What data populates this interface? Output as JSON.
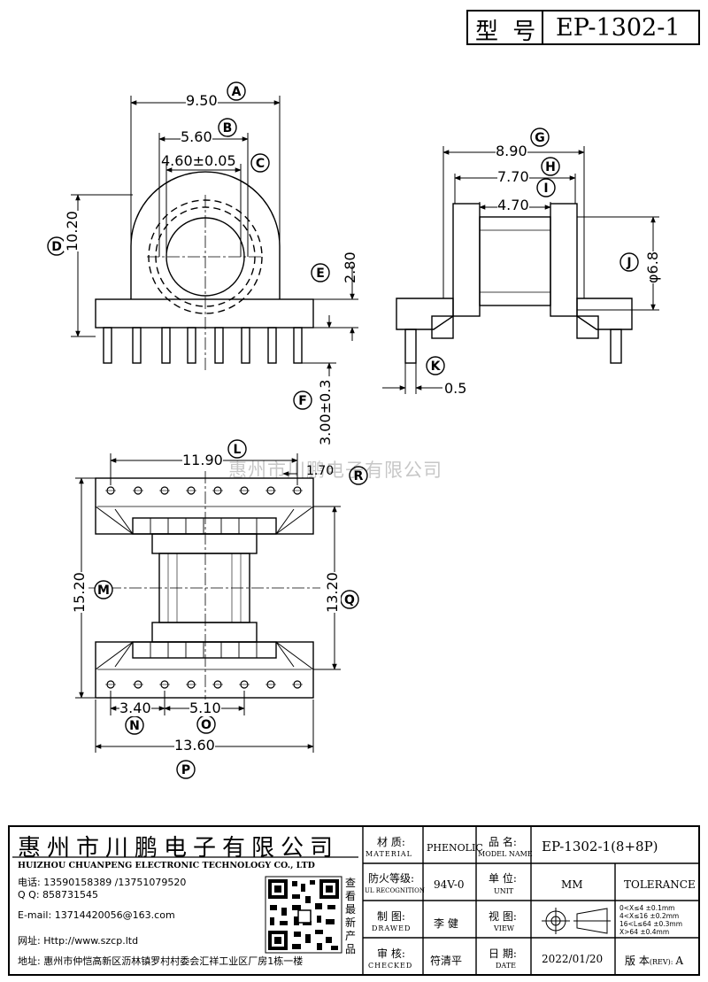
{
  "header": {
    "type_label": "型 号",
    "model": "EP-1302-1"
  },
  "dims": {
    "A": "9.50",
    "B": "5.60",
    "C": "4.60±0.05",
    "D": "10.20",
    "E": "2.80",
    "F": "3.00±0.3",
    "G": "8.90",
    "H": "7.70",
    "I": "4.70",
    "J": "φ6.8",
    "K": "0.5",
    "L": "11.90",
    "R": "1.70",
    "M": "15.20",
    "Q": "13.20",
    "N": "3.40",
    "O": "5.10",
    "P": "13.60"
  },
  "watermark": "惠州市川鹏电子有限公司",
  "company": {
    "name_cn": "惠州市川鹏电子有限公司",
    "name_en": "HUIZHOU CHUANPENG ELECTRONIC TECHNOLOGY CO., LTD",
    "phone": "电话: 13590158389 /13751079520",
    "qq": "Q Q:  858731545",
    "email": "E-mail: 13714420056@163.com",
    "web": "网址: Http://www.szcp.ltd",
    "address": "地址: 惠州市仲恺高新区沥林镇罗村村委会汇祥工业区厂房1栋一楼",
    "qr_caption": "查看最新产品"
  },
  "titleblock": {
    "material_label": "材 质:",
    "material_label_en": "MATERIAL",
    "material": "PHENOLIC",
    "model_label": "品 名:",
    "model_label_en": "MODEL NAME",
    "model_name": "EP-1302-1(8+8P)",
    "ul_label": "防火等级:",
    "ul_label_en": "UL RECOGNITION",
    "ul": "94V-0",
    "unit_label": "单 位:",
    "unit_label_en": "UNIT",
    "unit": "MM",
    "tolerance": "TOLERANCE",
    "drawn_label": "制 图:",
    "drawn_label_en": "DRAWED",
    "drawn": "李 健",
    "view_label": "视 图:",
    "view_label_en": "VIEW",
    "check_label": "审 核:",
    "check_label_en": "CHECKED",
    "checked": "符清平",
    "date_label": "日 期:",
    "date_label_en": "DATE",
    "date": "2022/01/20",
    "rev_label": "版 本",
    "rev_small": "(REV):",
    "rev": "A",
    "tol_lines": [
      "0<X≤4   ±0.1mm",
      "4<X≤16  ±0.2mm",
      "16<L≤64 ±0.3mm",
      "X>64    ±0.4mm"
    ]
  }
}
